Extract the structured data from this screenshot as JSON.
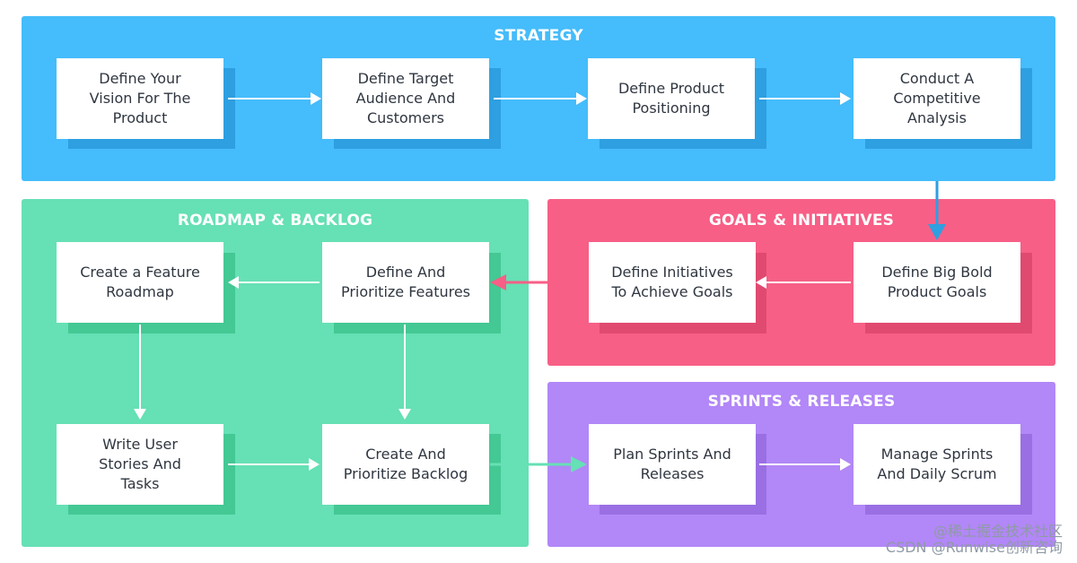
{
  "colors": {
    "strategy": "#45bcfb",
    "roadmap": "#66e0b5",
    "goals": "#f75f86",
    "sprints": "#b287f7",
    "strategy_shadow": "#2e9fe0",
    "roadmap_shadow": "#44c894",
    "goals_shadow": "#e04a70",
    "sprints_shadow": "#9a6fe3",
    "arrow_white": "#ffffff",
    "arrow_blue": "#2e9fe0",
    "arrow_pink": "#f75f86",
    "arrow_green": "#66e0b5"
  },
  "sections": {
    "strategy": {
      "title": "STRATEGY",
      "steps": [
        "Define Your\nVision For The\nProduct",
        "Define Target\nAudience And\nCustomers",
        "Define Product\nPositioning",
        "Conduct A\nCompetitive\nAnalysis"
      ]
    },
    "roadmap": {
      "title": "ROADMAP & BACKLOG",
      "steps": [
        "Create a Feature\nRoadmap",
        "Define And\nPrioritize Features",
        "Write User\nStories And\nTasks",
        "Create And\nPrioritize Backlog"
      ]
    },
    "goals": {
      "title": "GOALS & INITIATIVES",
      "steps": [
        "Define Initiatives\nTo Achieve Goals",
        "Define Big Bold\nProduct Goals"
      ]
    },
    "sprints": {
      "title": "SPRINTS & RELEASES",
      "steps": [
        "Plan Sprints And\nReleases",
        "Manage Sprints\nAnd Daily Scrum"
      ]
    }
  },
  "watermark": "@稀土掘金技术社区\nCSDN @Runwise创新咨询"
}
